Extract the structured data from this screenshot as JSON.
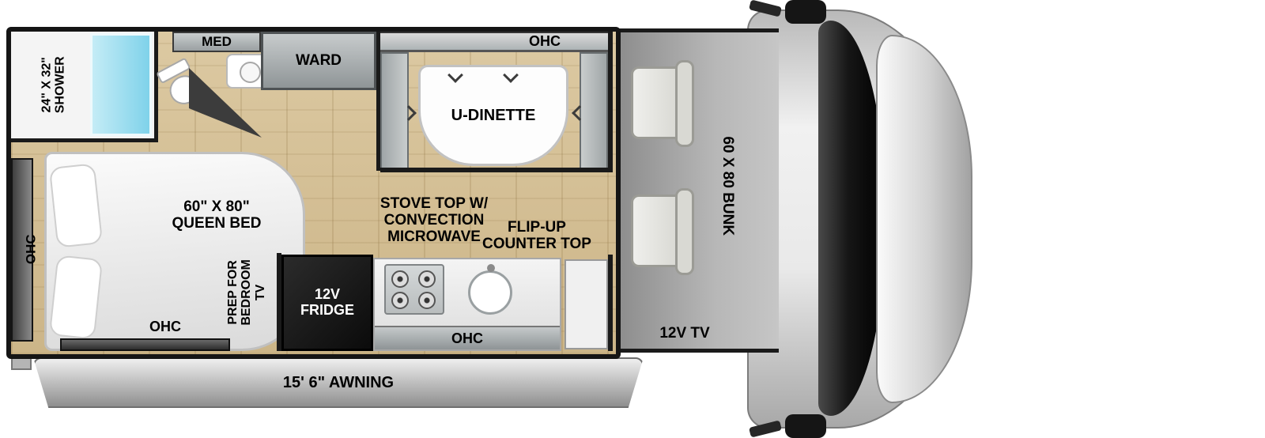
{
  "floorplan": {
    "labels": {
      "shower": "24\" X 32\"\nSHOWER",
      "med": "MED",
      "ward": "WARD",
      "dinette_ohc": "OHC",
      "dinette": "U-DINETTE",
      "bunk": "60 X 80 BUNK",
      "tv": "12V TV",
      "queen_bed": "60\" X 80\"\nQUEEN BED",
      "bedroom_ohc_left": "OHC",
      "bedroom_ohc_bottom": "OHC",
      "prep_tv": "PREP FOR\nBEDROOM TV",
      "stove": "STOVE TOP W/\nCONVECTION\nMICROWAVE",
      "flip_up": "FLIP-UP\nCOUNTER TOP",
      "fridge": "12V\nFRIDGE",
      "kitchen_ohc": "OHC",
      "awning": "15' 6\" AWNING"
    },
    "colors": {
      "floor_wood": "#d5c094",
      "wall": "#1a1a1a",
      "shower_pan": "#7fd2ea",
      "cabinet_gray": "#9aa0a2",
      "fridge_black": "#111111",
      "awning_gray": "#c3c3c3"
    }
  }
}
